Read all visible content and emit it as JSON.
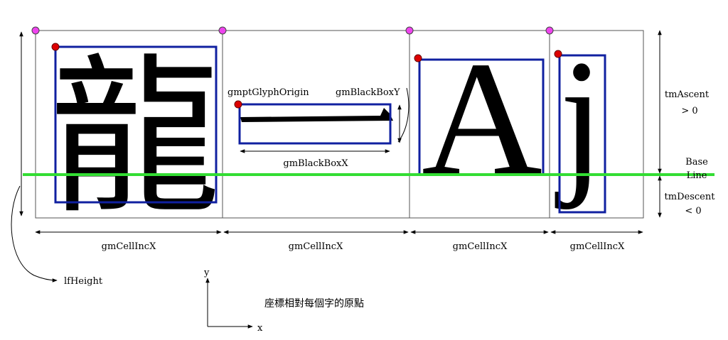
{
  "glyphs": [
    "龍",
    "一",
    "A",
    "j"
  ],
  "labels": {
    "glyph_origin": "gmptGlyphOrigin",
    "black_box_y": "gmBlackBoxY",
    "black_box_x": "gmBlackBoxX",
    "cell_inc": [
      "gmCellIncX",
      "gmCellIncX",
      "gmCellIncX",
      "gmCellIncX"
    ],
    "ascent": "tmAscent",
    "ascent_sign": "> 0",
    "descent": "tmDescent",
    "descent_sign": "< 0",
    "baseline_1": "Base",
    "baseline_2": "Line",
    "height": "lfHeight",
    "axis_x": "x",
    "axis_y": "y",
    "caption": "座標相對每個字的原點"
  },
  "colors": {
    "black_box": "#1020a0",
    "baseline": "#33dd33",
    "cell_origin_marker": "#ee44ee",
    "glyph_origin_marker": "#dd0000"
  }
}
